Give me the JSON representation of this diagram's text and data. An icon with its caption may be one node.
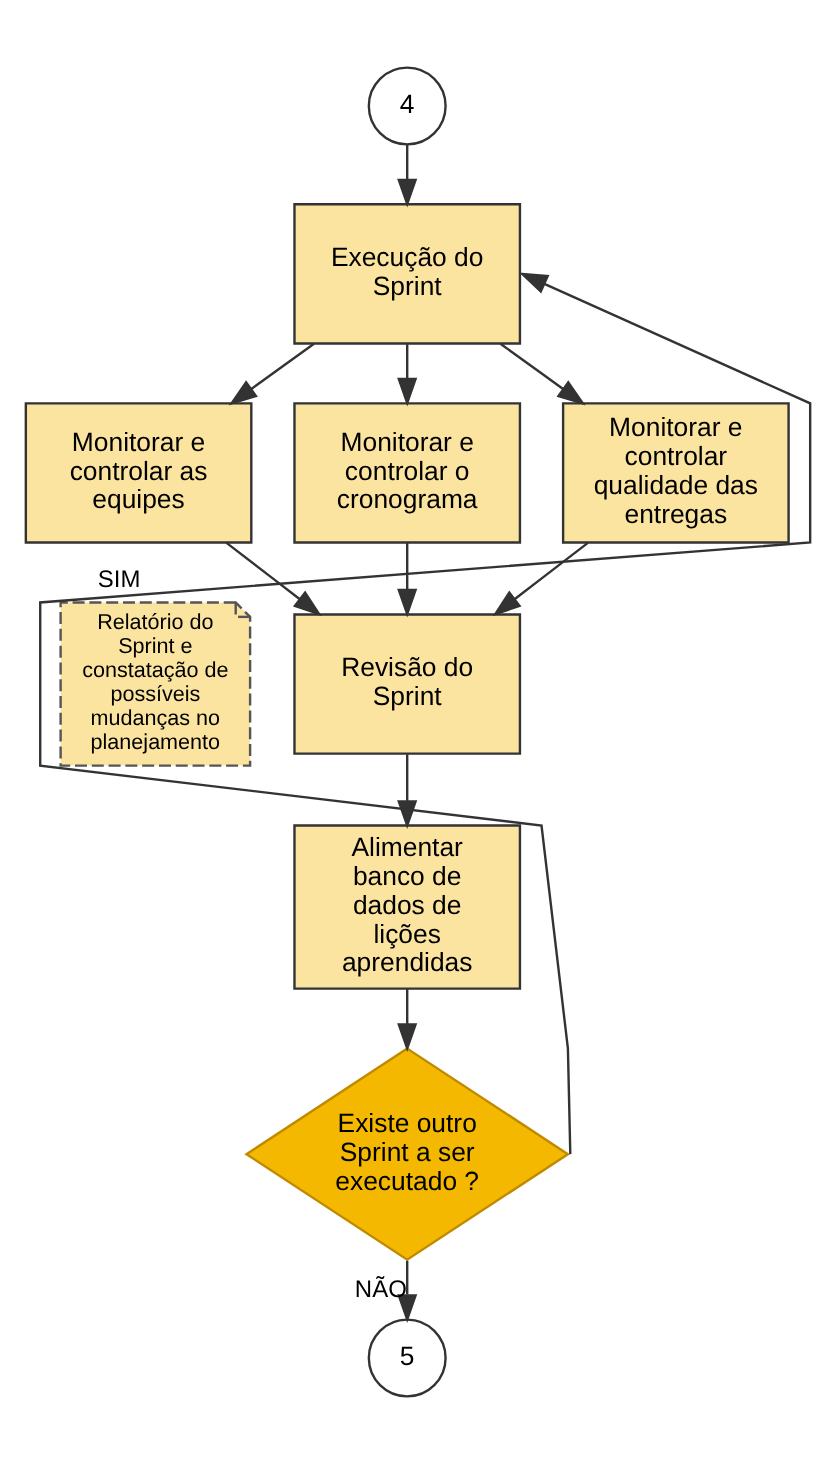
{
  "diagram": {
    "nodes": [
      {
        "text": [
          "4"
        ]
      },
      {
        "text": [
          "Execução do Sprint"
        ]
      },
      {
        "text": [
          "Monitorar e controlar as equipes"
        ]
      },
      {
        "text": [
          "Monitorar e controlar o cronograma"
        ]
      },
      {
        "text": [
          "Monitorar e controlar qualidade das entregas"
        ]
      },
      {
        "text": [
          "Relatório do Sprint e constatação de possíveis mudanças no planejamento"
        ]
      },
      {
        "text": [
          "Revisão do Sprint"
        ]
      },
      {
        "text": [
          "Alimentar banco de dados de lições aprendidas"
        ]
      },
      {
        "text": [
          "Existe outro Sprint a ser executado ?"
        ]
      },
      {
        "text": [
          "5"
        ]
      }
    ],
    "edges": [
      {
        "from": 0,
        "to": 1,
        "arrow": "to"
      },
      {
        "from": 1,
        "to": 2,
        "arrow": "to"
      },
      {
        "from": 1,
        "to": 3,
        "arrow": "to"
      },
      {
        "from": 1,
        "to": 4,
        "arrow": "to"
      },
      {
        "from": 2,
        "to": 6,
        "arrow": "to"
      },
      {
        "from": 3,
        "to": 6,
        "arrow": "to"
      },
      {
        "from": 4,
        "to": 6,
        "arrow": "to"
      },
      {
        "from": 6,
        "to": 7,
        "arrow": "to"
      },
      {
        "from": 7,
        "to": 8,
        "arrow": "to"
      },
      {
        "from": 8,
        "to": 1,
        "arrow": "to",
        "label": "SIM"
      },
      {
        "from": 8,
        "to": 9,
        "arrow": "to",
        "label": "NÃO"
      }
    ]
  }
}
